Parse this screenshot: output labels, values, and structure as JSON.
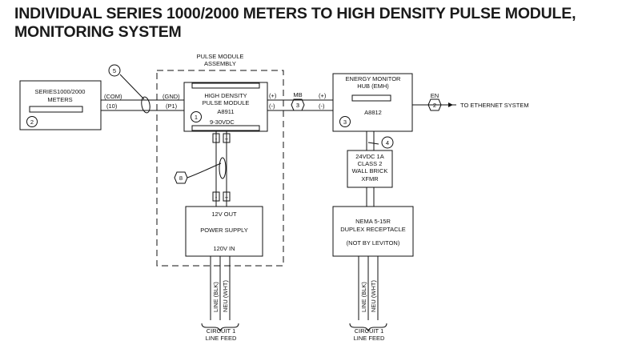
{
  "title_line1": "INDIVIDUAL SERIES 1000/2000 METERS TO HIGH DENSITY PULSE MODULE,",
  "title_line2": "MONITORING SYSTEM",
  "meters": {
    "label1": "SERIES1000/2000",
    "label2": "METERS",
    "num": "2"
  },
  "pulse_assembly": {
    "label1": "PULSE MODULE",
    "label2": "ASSEMBLY"
  },
  "wire": {
    "com": "(COM)",
    "ten": "(10)",
    "gnd": "(GND)",
    "p1": "(P1)",
    "callout": "5"
  },
  "hdpm": {
    "label1": "HIGH DENSITY",
    "label2": "PULSE MODULE",
    "model": "A8911",
    "voltage": "9-30VDC",
    "num": "1"
  },
  "mb": {
    "label": "MB",
    "num": "3",
    "plus": "(+)",
    "minus": "(-)"
  },
  "emh": {
    "label1": "ENERGY MONITOR",
    "label2": "HUB (EMH)",
    "model": "A8812",
    "num": "3"
  },
  "en": {
    "label": "EN",
    "num": "2",
    "target": "TO ETHERNET SYSTEM"
  },
  "psu_cable": {
    "minus": "-",
    "plus": "+",
    "callout": "8"
  },
  "power_supply": {
    "out": "12V OUT",
    "label": "POWER SUPPLY",
    "in": "120V IN"
  },
  "xfmr": {
    "callout": "4",
    "line1": "24VDC 1A",
    "line2": "CLASS 2",
    "line3": "WALL BRICK",
    "line4": "XFMR"
  },
  "receptacle": {
    "line1": "NEMA 5-15R",
    "line2": "DUPLEX RECEPTACLE",
    "line3": "(NOT BY LEVITON)"
  },
  "feed_left": {
    "line": "LINE (BLK)",
    "neu": "NEU (WHT)",
    "circuit": "CIRCUIT 1",
    "feed": "LINE FEED"
  },
  "feed_right": {
    "line": "LINE (BLK)",
    "neu": "NEU (WHT)",
    "circuit": "CIRCUIT 1",
    "feed": "LINE FEED"
  }
}
